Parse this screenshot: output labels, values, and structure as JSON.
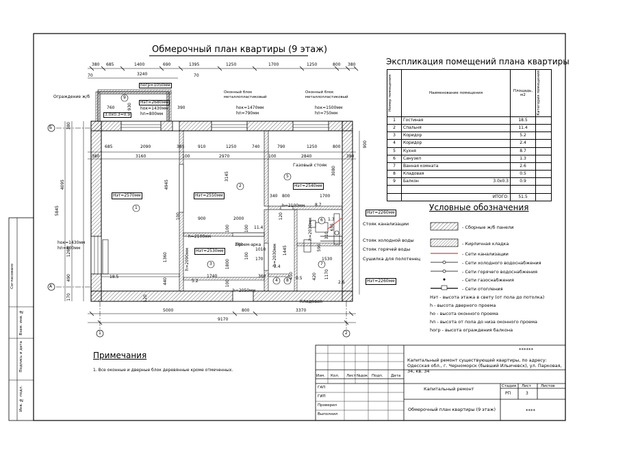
{
  "title": "Обмерочный план квартиры (9 этаж)",
  "explication": {
    "title": "Экспликация помещений плана квартиры",
    "headers": [
      "Номер помещения",
      "Наименование помещения",
      "Площадь, м2",
      "Категория помещения"
    ],
    "rows": [
      {
        "num": "1",
        "name": "Гостиная",
        "area": "18.5"
      },
      {
        "num": "2",
        "name": "Спальня",
        "area": "11.4"
      },
      {
        "num": "3",
        "name": "Коридор",
        "area": "5.2"
      },
      {
        "num": "4",
        "name": "Коридор",
        "area": "2.4"
      },
      {
        "num": "5",
        "name": "Кухня",
        "area": "8.7"
      },
      {
        "num": "6",
        "name": "Санузел",
        "area": "1.3"
      },
      {
        "num": "7",
        "name": "Ванная комната",
        "area": "2.6"
      },
      {
        "num": "8",
        "name": "Кладовая",
        "area": "0.5"
      },
      {
        "num": "9",
        "name": "Балкон",
        "extra": "3.0х0.3",
        "area": "0.9"
      }
    ],
    "total_label": "ИТОГО:",
    "total": "51.5"
  },
  "legend": {
    "title": "Условные обозначения",
    "items": [
      "- Сборные ж/б панели",
      "- Кирпичная кладка",
      "- Сети канализации",
      "- Сети холодного водоснабжения",
      "- Сети горячего водоснабжения",
      "- Сети газоснабжения",
      "- Сети отопления"
    ],
    "notes": [
      "Нэт - высота этажа в свету (от пола до потолка)",
      "h - высота дверного проема",
      "hо - высота оконного проема",
      "hп - высота от пола до низа оконного проема",
      "hогр - высота ограждения балкона"
    ]
  },
  "notes": {
    "title": "Примечания",
    "text": "1. Все оконные и дверные блок деревянные кроме отмеченных."
  },
  "stamp": {
    "code": "******",
    "project": "Капитальный ремонт существующей квартиры, по адресу: Одесская обл., г. Черноморск (бывший Ильичевск), ул. Парковая, 34, кв. 34",
    "stage_name": "Капитальный ремонт",
    "sheet_name": "Обмерочный план квартиры (9 этаж)",
    "org": "****",
    "col_headers": [
      "Изм.",
      "Кол.",
      "Лист",
      "№док",
      "Подп.",
      "Дата"
    ],
    "stage_headers": [
      "Стадия",
      "Лист",
      "Листов"
    ],
    "stage": "РП",
    "sheet": "3",
    "sheets": "",
    "roles": [
      "ГАП",
      "ГИП",
      "Проверил",
      "Выполнил"
    ]
  },
  "side_stamp": [
    "Согласовано",
    "Взам. инв. №",
    "Подпись и дата",
    "Инв. № подл."
  ],
  "plan": {
    "top_dims1": [
      "380",
      "685",
      "1400",
      "690",
      "1395",
      "1250",
      "1700",
      "1250",
      "800",
      "380"
    ],
    "top_dims2": [
      "70",
      "3240",
      "70"
    ],
    "inner_dims1": [
      "685",
      "2090",
      "385",
      "910",
      "1250",
      "740",
      "790",
      "1250",
      "800"
    ],
    "inner_dims2": [
      "380",
      "3160",
      "100",
      "2970",
      "100",
      "2840",
      "380"
    ],
    "bottom_dims1": [
      "5000",
      "800",
      "3370"
    ],
    "bottom_total": "9170",
    "axes": [
      "Б",
      "А",
      "1",
      "2"
    ],
    "left_dims": [
      "380",
      "4095",
      "5845",
      "490",
      "1260",
      "170"
    ],
    "labels": [
      "Ограждение ж/б",
      "hогр=1050мм",
      "Нэт=2680мм",
      "hок=1430мм",
      "hп=800мм",
      "3.0х0.3=0.9",
      "Оконный блок металлопластиковый",
      "hок=1470мм",
      "hп=790мм",
      "Оконный блок металлопластиковый",
      "hок=1500мм",
      "hп=750мм",
      "Газовый стояк",
      "Нэт=2570мм",
      "Нэт=2550мм",
      "Нэт=2540мм",
      "Нэт=2530мм",
      "Нэт=2260мм",
      "Нэт=2260мм",
      "h=2100мм",
      "h=2100мм",
      "h=2090мм",
      "h=2030мм",
      "h=2030мм",
      "h=2050мм",
      "Проем-арка",
      "Стояк канализации",
      "Стояк холодной воды",
      "Стояк горячей воды",
      "Сушилка для полотенец",
      "Кладовая",
      "hок=1430мм",
      "hп=800мм"
    ],
    "room_numbers": [
      "1",
      "2",
      "3",
      "4",
      "5",
      "6",
      "7",
      "8",
      "9"
    ],
    "areas": [
      "18.5",
      "11.4",
      "5.2",
      "2.4",
      "8.7",
      "1.3",
      "2.6",
      "0.5"
    ],
    "misc_dims": [
      "760",
      "930",
      "390",
      "4945",
      "3145",
      "3080",
      "900",
      "2000",
      "340",
      "800",
      "1700",
      "100",
      "1360",
      "1740",
      "1800",
      "440",
      "360",
      "120",
      "1530",
      "590",
      "1445",
      "1170",
      "420",
      "170",
      "1010",
      "310",
      "655",
      "900",
      "100",
      "100",
      "100",
      "100",
      "340",
      "450",
      "120"
    ]
  }
}
